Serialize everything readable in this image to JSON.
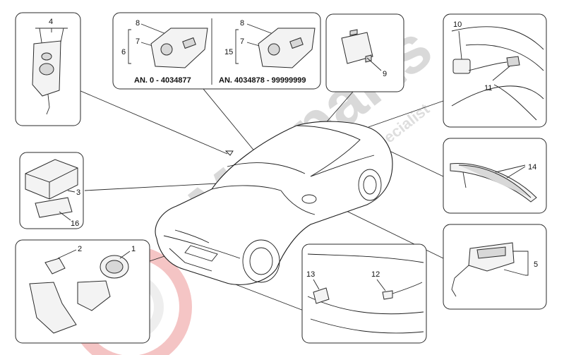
{
  "watermark": {
    "brand": "Masparts",
    "tagline": "exclusive car parts specialist"
  },
  "panels": {
    "top_left": {
      "callouts": [
        "4"
      ]
    },
    "top_center": {
      "left": {
        "callouts": [
          "8",
          "7",
          "6"
        ],
        "applicability": "AN. 0 - 4034877"
      },
      "right": {
        "callouts": [
          "8",
          "7",
          "15"
        ],
        "applicability": "AN. 4034878 - 99999999"
      }
    },
    "top_module": {
      "callouts": [
        "9"
      ]
    },
    "top_right": {
      "callouts": [
        "10",
        "11"
      ]
    },
    "mid_left": {
      "callouts": [
        "3",
        "16"
      ]
    },
    "mid_right": {
      "callouts": [
        "14"
      ]
    },
    "bottom_left": {
      "callouts": [
        "2",
        "1"
      ]
    },
    "bottom_center": {
      "callouts": [
        "13",
        "12"
      ]
    },
    "bottom_right": {
      "callouts": [
        "5"
      ]
    }
  },
  "colors": {
    "line": "#2a2a2a",
    "watermark": "#c9c9c9",
    "wheel_watermark": "#e25a5a"
  }
}
